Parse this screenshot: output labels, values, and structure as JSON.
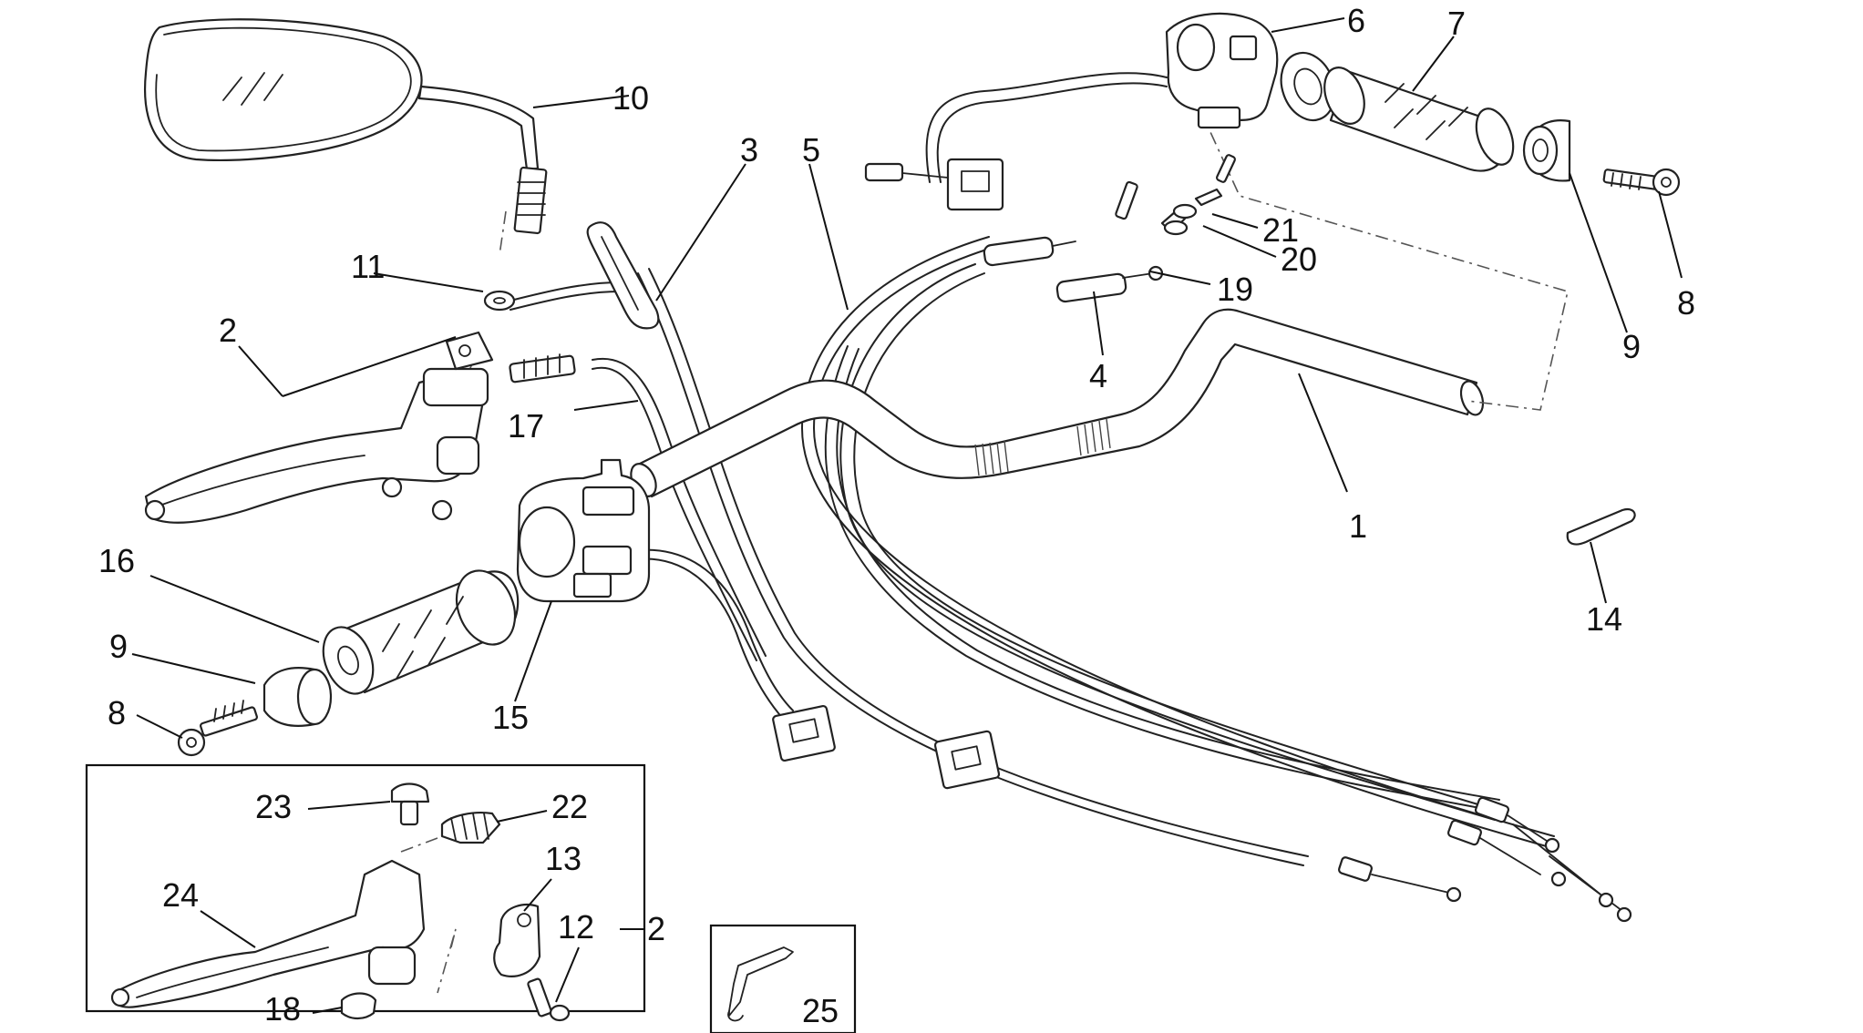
{
  "diagram": {
    "callouts": [
      {
        "id": "c1",
        "text": "1"
      },
      {
        "id": "c2a",
        "text": "2"
      },
      {
        "id": "c2b",
        "text": "2"
      },
      {
        "id": "c3",
        "text": "3"
      },
      {
        "id": "c4",
        "text": "4"
      },
      {
        "id": "c5",
        "text": "5"
      },
      {
        "id": "c6",
        "text": "6"
      },
      {
        "id": "c7",
        "text": "7"
      },
      {
        "id": "c8a",
        "text": "8"
      },
      {
        "id": "c8b",
        "text": "8"
      },
      {
        "id": "c9a",
        "text": "9"
      },
      {
        "id": "c9b",
        "text": "9"
      },
      {
        "id": "c10",
        "text": "10"
      },
      {
        "id": "c11",
        "text": "11"
      },
      {
        "id": "c12",
        "text": "12"
      },
      {
        "id": "c13",
        "text": "13"
      },
      {
        "id": "c14",
        "text": "14"
      },
      {
        "id": "c15",
        "text": "15"
      },
      {
        "id": "c16",
        "text": "16"
      },
      {
        "id": "c17",
        "text": "17"
      },
      {
        "id": "c18",
        "text": "18"
      },
      {
        "id": "c19",
        "text": "19"
      },
      {
        "id": "c20",
        "text": "20"
      },
      {
        "id": "c21",
        "text": "21"
      },
      {
        "id": "c22",
        "text": "22"
      },
      {
        "id": "c23",
        "text": "23"
      },
      {
        "id": "c24",
        "text": "24"
      },
      {
        "id": "c25",
        "text": "25"
      }
    ]
  }
}
